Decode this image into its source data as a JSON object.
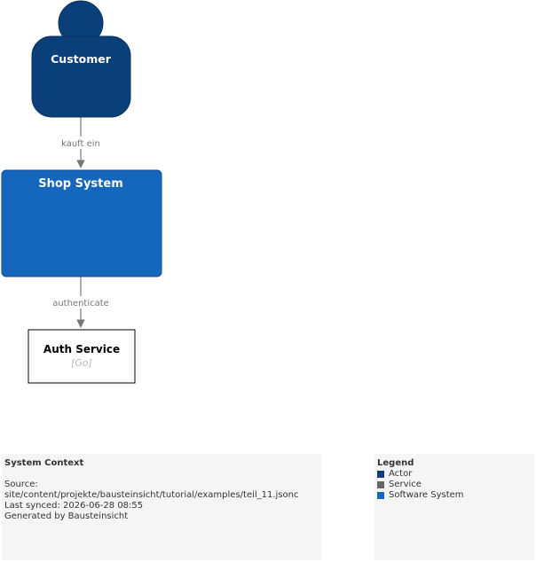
{
  "colors": {
    "actor": "#0a3f7a",
    "service": "#666666",
    "software_system": "#1467bd",
    "edge": "#777777",
    "panel_bg": "#f5f5f5"
  },
  "nodes": {
    "customer": {
      "label": "Customer"
    },
    "shop_system": {
      "label": "Shop System"
    },
    "auth_service": {
      "label": "Auth Service",
      "technology": "[Go]"
    }
  },
  "edges": {
    "customer_to_shop": {
      "label": "kauft ein"
    },
    "shop_to_auth": {
      "label": "authenticate"
    }
  },
  "info": {
    "title": "System Context",
    "source_label": "Source:",
    "source_path": "site/content/projekte/bausteinsicht/tutorial/examples/teil_11.jsonc",
    "last_synced": "Last synced: 2026-06-28 08:55",
    "generated_by": "Generated by Bausteinsicht"
  },
  "legend": {
    "title": "Legend",
    "items": [
      {
        "label": "Actor",
        "color": "#0a3f7a"
      },
      {
        "label": "Service",
        "color": "#666666"
      },
      {
        "label": "Software System",
        "color": "#1467bd"
      }
    ]
  }
}
